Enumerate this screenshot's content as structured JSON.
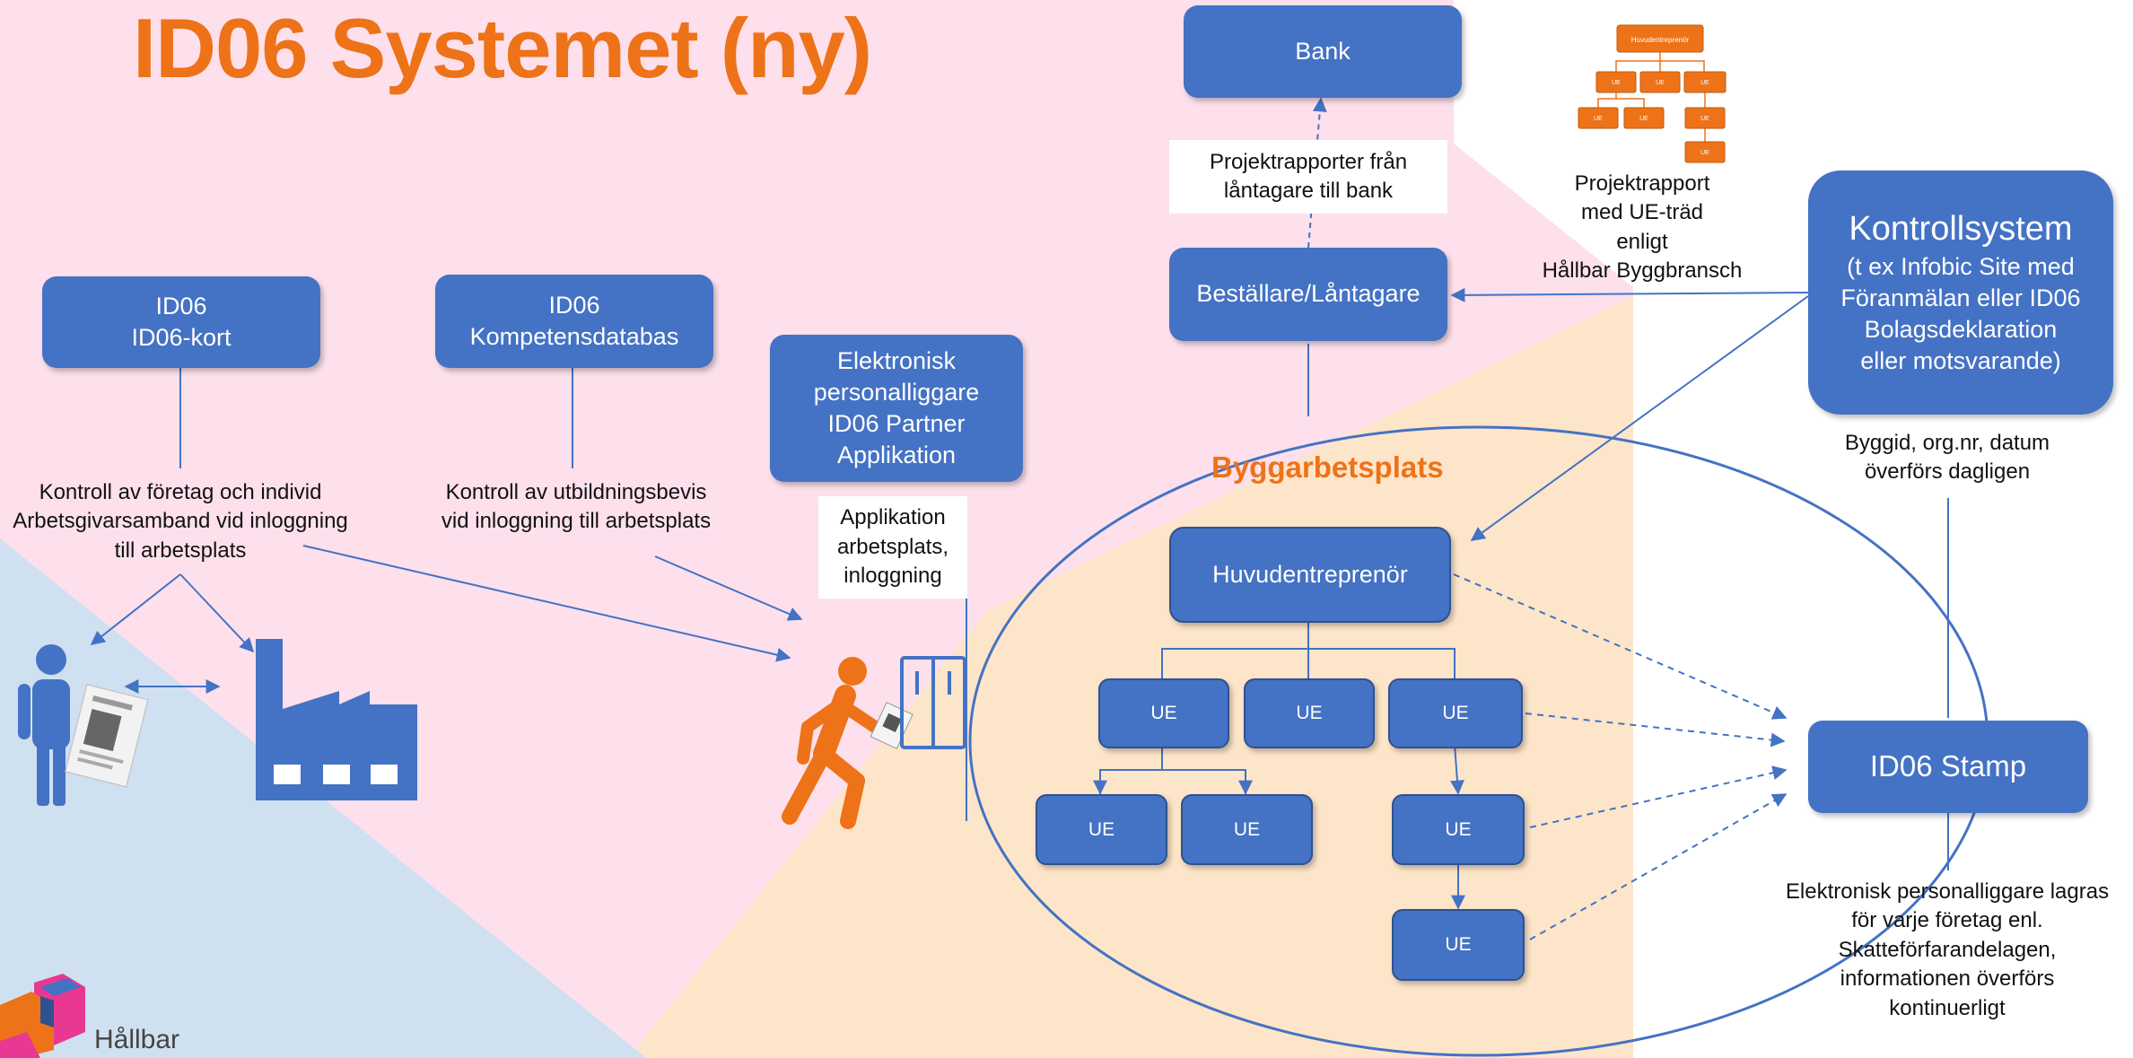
{
  "title": "ID06 Systemet (ny)",
  "colors": {
    "accent_orange": "#ee7218",
    "box_blue": "#4472c4",
    "bg_pink": "#fde0ec",
    "bg_peach": "#fde5c9",
    "bg_lightblue": "#cfe0f1"
  },
  "boxes": {
    "id06_card": "ID06\nID06-kort",
    "id06_competence": "ID06\nKompetensdatabas",
    "electronic_register": "Elektronisk\npersonalliggare\nID06 Partner\nApplikation",
    "bank": "Bank",
    "client": "Beställare/Låntagare",
    "control_system_title": "Kontrollsystem",
    "control_system_sub": "(t ex Infobic Site med\nFöranmälan eller ID06\nBolagsdeklaration\neller motsvarande)",
    "main_contractor": "Huvudentreprenör",
    "id06_stamp": "ID06 Stamp",
    "ue": "UE"
  },
  "labels": {
    "project_reports": "Projektrapporter från\nlåntagare till bank",
    "application": "Applikation\narbetsplats,\ninloggning",
    "project_report_tree": "Projektrapport\nmed UE-träd\nenligt\nHållbar Byggbransch",
    "company_check": "Kontroll av företag och individ\nArbetsgivarsamband vid inloggning\ntill arbetsplats",
    "education_check": "Kontroll av utbildningsbevis\nvid inloggning till arbetsplats",
    "daily_transfer": "Byggid, org.nr, datum\növerförs dagligen",
    "register_stored": "Elektronisk personalliggare lagras\nför varje företag enl.\nSkatteförfarandelagen,\ninformationen överförs\nkontinuerligt",
    "construction_site": "Byggarbetsplats",
    "logo": "Hållbar"
  },
  "mini_tree": {
    "root": "Huvudentreprenör",
    "node": "UE"
  },
  "icons": [
    "person-icon",
    "id-card-icon",
    "factory-icon",
    "walking-person-icon",
    "door-icon",
    "hallbar-logo-icon",
    "org-tree-icon"
  ]
}
